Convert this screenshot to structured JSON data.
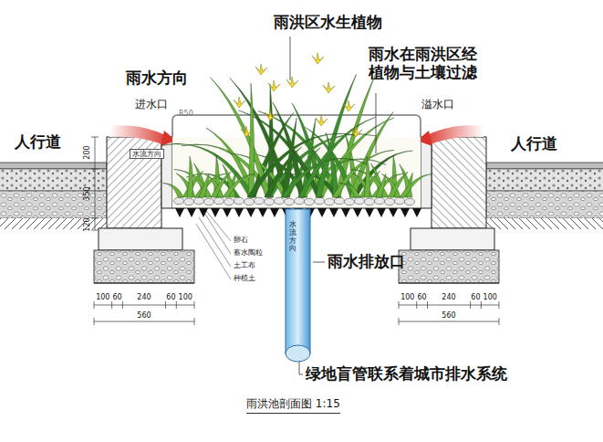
{
  "diagram": {
    "caption": "雨洪池剖面图 1:15",
    "labels": [
      "雨洪区水生植物",
      "雨水方向",
      "雨水在雨洪区经 植物与土壤过滤",
      "进水口",
      "R50",
      "溢水口",
      "人行道",
      "人行道",
      "水流方向",
      "200",
      "350",
      "120",
      "卵石",
      "蓄水陶粒",
      "土工布",
      "种植土",
      "水流方向",
      "雨水排放口",
      "100",
      "60",
      "240",
      "60",
      "100",
      "560",
      "100",
      "60",
      "240",
      "60",
      "100",
      "560",
      "绿地盲管联系着城市排水系统"
    ]
  }
}
